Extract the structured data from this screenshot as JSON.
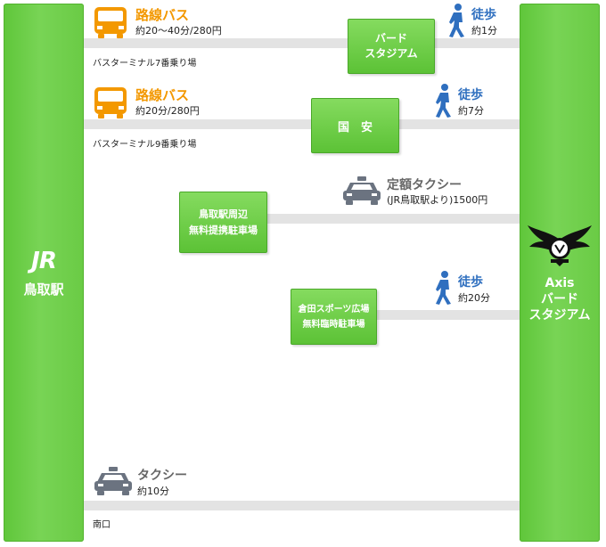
{
  "jr": {
    "logo": "JR",
    "station": "鳥取駅"
  },
  "stadium": {
    "line1": "Axis",
    "line2": "バード",
    "line3": "スタジアム"
  },
  "route1": {
    "bus_title": "路線バス",
    "bus_detail": "約20～40分/280円",
    "stop": [
      "バード",
      "スタジアム"
    ],
    "walk_title": "徒歩",
    "walk_detail": "約1分",
    "terminal": "バスターミナル7番乗り場"
  },
  "route2": {
    "bus_title": "路線バス",
    "bus_detail": "約20分/280円",
    "stop": "国　安",
    "walk_title": "徒歩",
    "walk_detail": "約7分",
    "terminal": "バスターミナル9番乗り場"
  },
  "route3": {
    "stop": [
      "鳥取駅周辺",
      "無料提携駐車場"
    ],
    "taxi_title": "定額タクシー",
    "taxi_detail": "(JR鳥取駅より)1500円"
  },
  "route4": {
    "stop": [
      "倉田スポーツ広場",
      "無料臨時駐車場"
    ],
    "walk_title": "徒歩",
    "walk_detail": "約20分"
  },
  "route5": {
    "taxi_title": "タクシー",
    "taxi_detail": "約10分",
    "exit": "南口"
  },
  "icons": {
    "bus": "bus-icon",
    "walk": "walking-person-icon",
    "taxi": "taxi-icon",
    "jr": "jr-logo-icon",
    "axis": "axis-bird-emblem-icon"
  },
  "colors": {
    "pillar": "#6acb45",
    "stop": "#5cc236",
    "road": "#e3e3e3",
    "bus": "#f39800",
    "walk": "#2f6fbf",
    "taxi": "#666666"
  }
}
